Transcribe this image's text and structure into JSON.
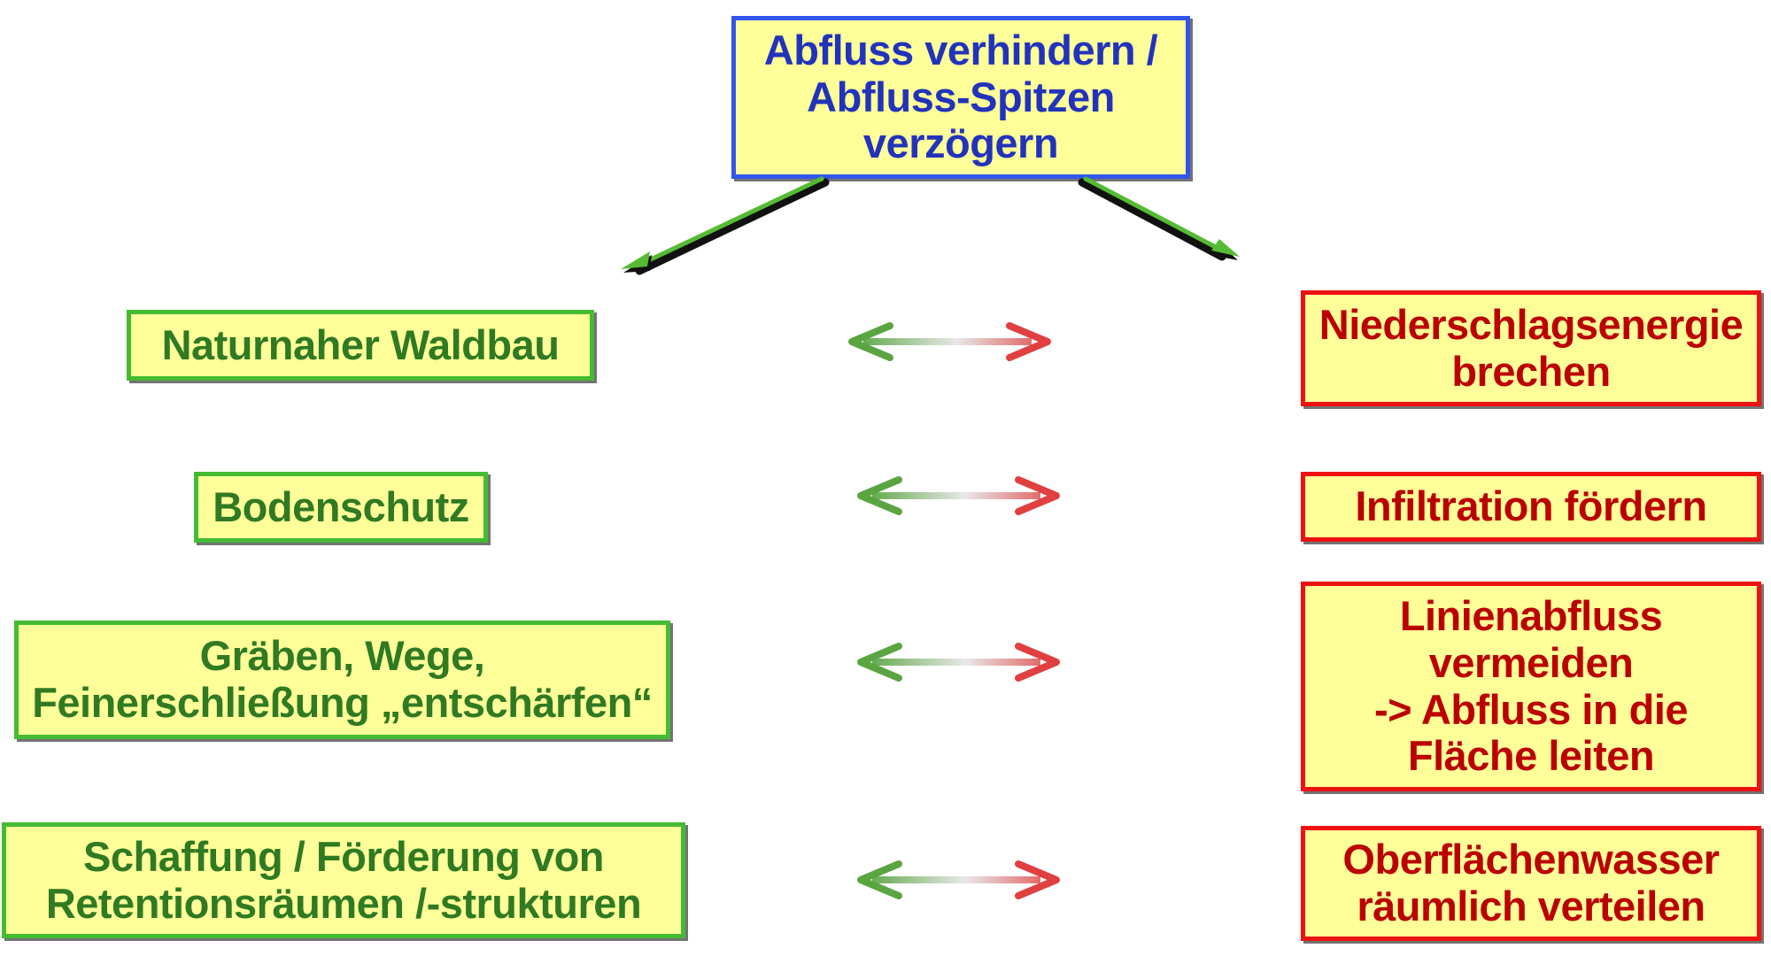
{
  "diagram": {
    "top": {
      "text": "Abfluss verhindern /\nAbfluss-Spitzen\nverzögern",
      "border_color": "#3355ee",
      "text_color": "#2233bb"
    },
    "fill_color": "#ffff99",
    "left_color": "#44bb33",
    "right_color": "#ee1111",
    "left": [
      "Naturnaher Waldbau",
      "Bodenschutz",
      "Gräben, Wege,\nFeinerschließung „entschärfen“",
      "Schaffung / Förderung von\nRetentionsräumen /-strukturen"
    ],
    "right": [
      "Niederschlagsenergie\nbrechen",
      "Infiltration fördern",
      "Linienabfluss\nvermeiden\n-> Abfluss in die\nFläche leiten",
      "Oberflächenwasser\nräumlich verteilen"
    ]
  }
}
